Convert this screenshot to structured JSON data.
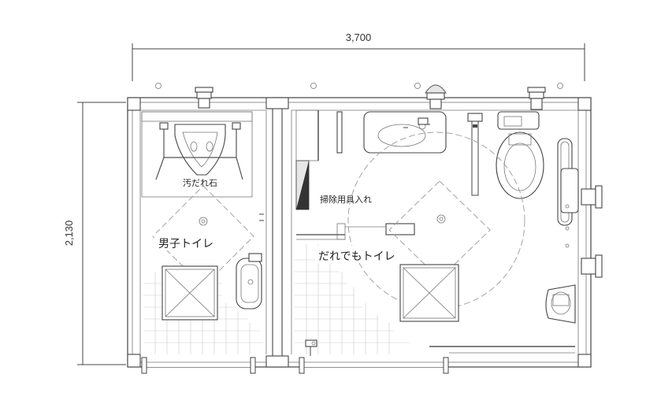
{
  "dimensions": {
    "width_label": "3,700",
    "height_label": "2,130"
  },
  "rooms": {
    "mens_toilet": "男子トイレ",
    "universal_toilet": "だれでもトイレ"
  },
  "fixtures": {
    "stain_resistant_stone": "汚だれ石",
    "cleaning_storage": "掃除用具入れ"
  }
}
